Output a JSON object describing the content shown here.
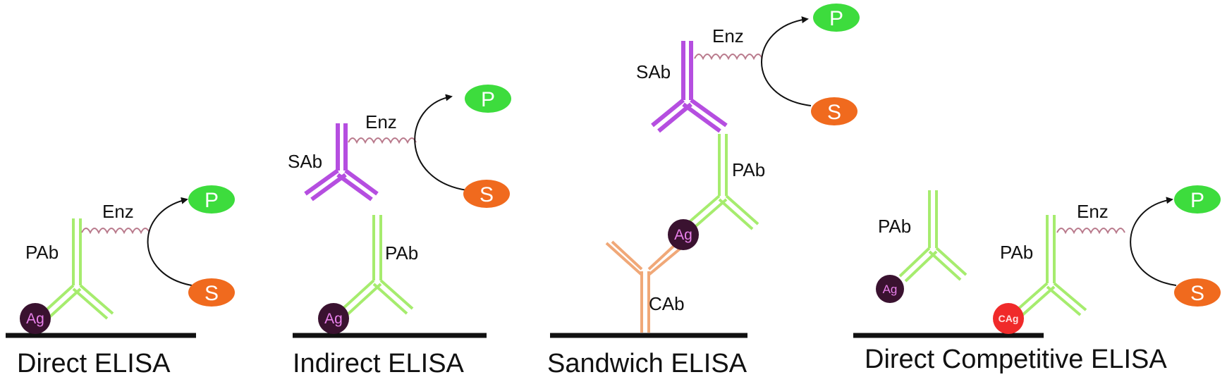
{
  "colors": {
    "primary_antibody": "#a6ec6e",
    "secondary_antibody": "#b54ee0",
    "capture_antibody": "#f0a878",
    "enzyme_coil": "#b97a8c",
    "antigen": "#3a1230",
    "competing_antigen": "#f02a2a",
    "product": "#3ddc3d",
    "substrate": "#f06a1e",
    "surface": "#111111"
  },
  "panels": {
    "direct": {
      "caption": "Direct ELISA",
      "pab": "PAb",
      "enz": "Enz",
      "ag": "Ag",
      "p": "P",
      "s": "S"
    },
    "indirect": {
      "caption": "Indirect ELISA",
      "sab": "SAb",
      "enz": "Enz",
      "pab": "PAb",
      "ag": "Ag",
      "p": "P",
      "s": "S"
    },
    "sandwich": {
      "caption": "Sandwich ELISA",
      "sab": "SAb",
      "enz": "Enz",
      "pab": "PAb",
      "ag": "Ag",
      "cab": "CAb",
      "p": "P",
      "s": "S"
    },
    "competitive": {
      "caption": "Direct Competitive ELISA",
      "pab_free": "PAb",
      "ag_free": "Ag",
      "pab": "PAb",
      "enz": "Enz",
      "cag": "CAg",
      "p": "P",
      "s": "S"
    }
  }
}
